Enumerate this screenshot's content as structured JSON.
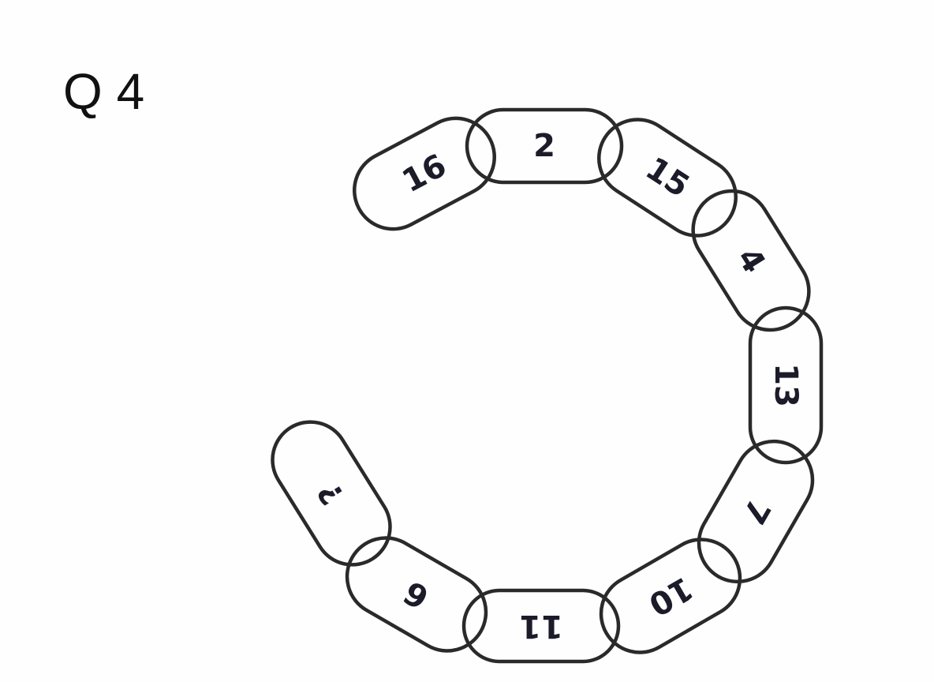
{
  "question": {
    "label": "Q 4"
  },
  "chain": {
    "links": [
      "16",
      "2",
      "15",
      "4",
      "13",
      "7",
      "10",
      "11",
      "6",
      "?"
    ]
  },
  "colors": {
    "ink": "#1b1b2a",
    "outline": "#2a2a2a",
    "background": "#fefefe"
  }
}
